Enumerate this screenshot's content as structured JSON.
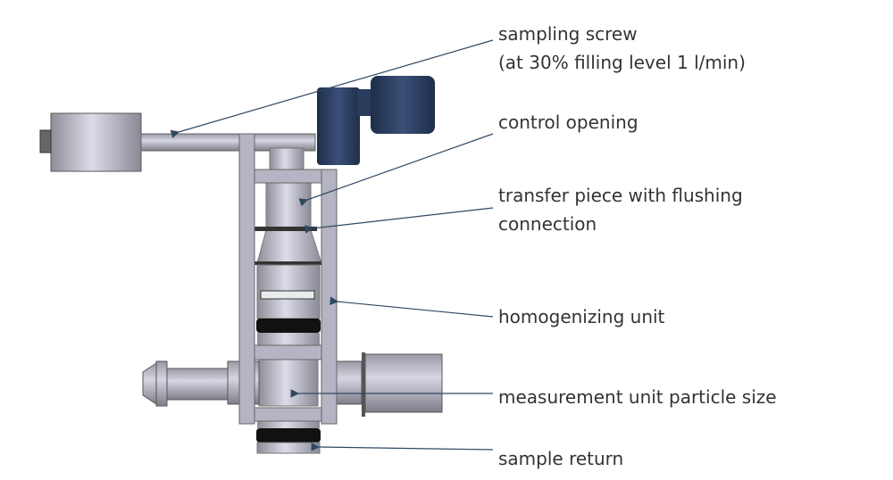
{
  "labels": {
    "sampling_screw": "sampling screw",
    "sampling_screw_note": "(at 30% filling level 1 l/min)",
    "control_opening": "control opening",
    "transfer_piece_line1": "transfer piece with flushing",
    "transfer_piece_line2": "connection",
    "homogenizing_unit": "homogenizing unit",
    "measurement_unit": "measurement unit particle size",
    "sample_return": "sample return"
  },
  "colors": {
    "metal": "#b9b9c6",
    "motor": "#2c3e5e",
    "leader": "#2f4860",
    "text": "#333333"
  }
}
